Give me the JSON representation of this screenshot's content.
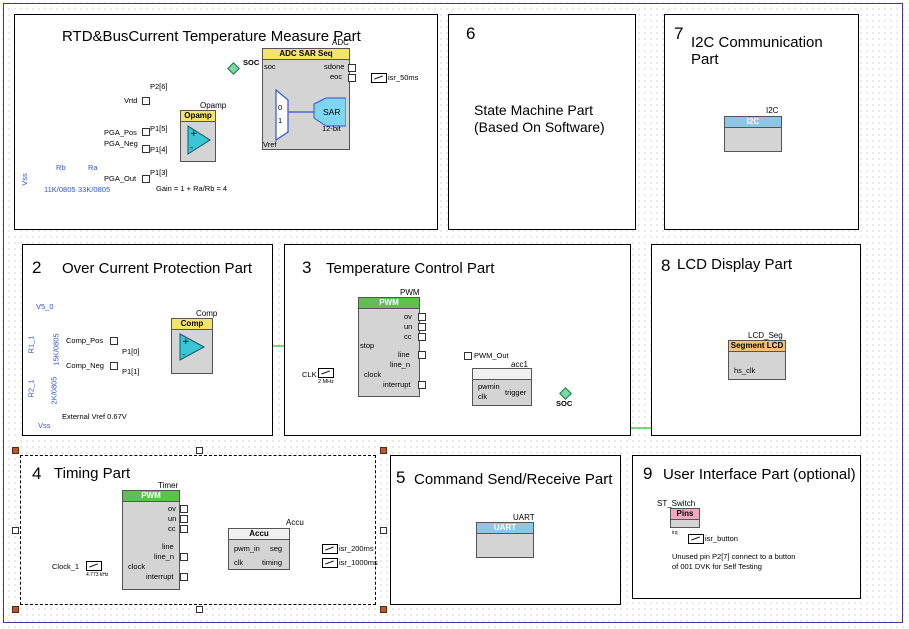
{
  "panels": {
    "p1": {
      "title": "RTD&BusCurrent Temperature Measure Part"
    },
    "p6": {
      "num": "6",
      "line1": "State Machine Part",
      "line2": "(Based On Software)"
    },
    "p7": {
      "num": "7",
      "line1": "I2C Communication",
      "line2": "Part"
    },
    "p2": {
      "num": "2",
      "title": "Over Current Protection Part"
    },
    "p3": {
      "num": "3",
      "title": "Temperature Control Part"
    },
    "p8": {
      "num": "8",
      "title": "LCD Display Part"
    },
    "p4": {
      "num": "4",
      "title": "Timing Part"
    },
    "p5": {
      "num": "5",
      "title": "Command Send/Receive Part"
    },
    "p9": {
      "num": "9",
      "title": "User Interface Part (optional)"
    }
  },
  "p1": {
    "adc_name": "ADC",
    "adc_head": "ADC SAR Seq",
    "soc": "soc",
    "sdone": "sdone",
    "eoc": "eoc",
    "soc_port": "SOC",
    "isr": "isr_50ms",
    "sar": "SAR",
    "bits": "12-bit",
    "vref": "Vref",
    "mux0": "0",
    "mux1": "1",
    "opamp_name": "Opamp",
    "opamp_head": "Opamp",
    "vrtd": "Vrtd",
    "p26": "P2[6]",
    "pga_pos": "PGA_Pos",
    "pga_neg": "PGA_Neg",
    "pga_out": "PGA_Out",
    "p15": "P1[5]",
    "p14": "P1[4]",
    "p13": "P1[3]",
    "rb": "Rb",
    "ra": "Ra",
    "rb_val": "11K/0805",
    "ra_val": "33K/0805",
    "vss": "Vss",
    "gain": "Gain = 1 + Ra/Rb = 4"
  },
  "p7": {
    "i2c_name": "I2C",
    "i2c_head": "I2C"
  },
  "p2": {
    "comp_name": "Comp",
    "comp_head": "Comp",
    "comp_pos": "Comp_Pos",
    "comp_neg": "Comp_Neg",
    "p10": "P1[0]",
    "p11": "P1[1]",
    "v5": "V5_0",
    "r1": "R1_1",
    "r1_val": "15K/0805",
    "r2": "R2_1",
    "r2_val": "2K/0805",
    "vss": "Vss",
    "note": "External Vref 0.67V"
  },
  "p3": {
    "pwm_name": "PWM",
    "pwm_head": "PWM",
    "ov": "ov",
    "un": "un",
    "cc": "cc",
    "stop": "stop",
    "line": "line",
    "line_n": "line_n",
    "clock": "clock",
    "interrupt": "interrupt",
    "clk": "CLK",
    "clk_freq": "2 MHz",
    "pwm_out": "PWM_Out",
    "acc_name": "acc1",
    "pwmin": "pwmin",
    "clkp": "clk",
    "trigger": "trigger",
    "soc": "SOC"
  },
  "p8": {
    "lcd_name": "LCD_Seg",
    "lcd_head": "Segment LCD",
    "hs_clk": "hs_clk"
  },
  "p4": {
    "timer_name": "Timer",
    "timer_head": "PWM",
    "ov": "ov",
    "un": "un",
    "cc": "cc",
    "line": "line",
    "line_n": "line_n",
    "clock": "clock",
    "interrupt": "interrupt",
    "clock1": "Clock_1",
    "clock1_freq": "4.773 kHz",
    "accu_name": "Accu",
    "accu_head": "Accu",
    "pwm_in": "pwm_in",
    "clk": "clk",
    "seg": "seg",
    "timing": "timing",
    "isr200": "isr_200ms",
    "isr1000": "isr_1000ms"
  },
  "p5": {
    "uart_name": "UART",
    "uart_head": "UART"
  },
  "p9": {
    "pins_name": "ST_Switch",
    "pins_head": "Pins",
    "irq": "irq",
    "isr": "isr_button",
    "note1": "Unused pin P2[7] connect to a button",
    "note2": "of 001 DVK for Self Testing"
  },
  "colors": {
    "wire": "#27c42a",
    "orange_wire": "#f0a020",
    "title_green": "#5fbf4f",
    "handle": "#b35a2f"
  }
}
